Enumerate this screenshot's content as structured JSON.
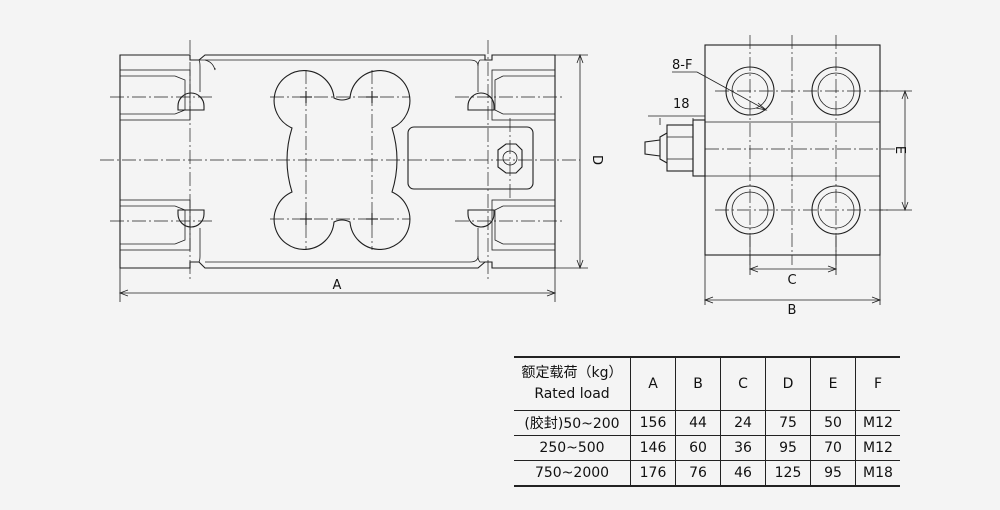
{
  "drawing": {
    "front_dims": {
      "width": "A",
      "height": "D"
    },
    "side_dims": {
      "thread": "8-F",
      "cable": "18",
      "hole_spacing": "C",
      "width": "B",
      "height": "E"
    }
  },
  "table": {
    "header_cn": "额定载荷（kg）",
    "header_en": "Rated load",
    "columns": [
      "A",
      "B",
      "C",
      "D",
      "E",
      "F"
    ],
    "rows": [
      {
        "load": "(胶封)50~200",
        "values": [
          "156",
          "44",
          "24",
          "75",
          "50",
          "M12"
        ]
      },
      {
        "load": "250~500",
        "values": [
          "146",
          "60",
          "36",
          "95",
          "70",
          "M12"
        ]
      },
      {
        "load": "750~2000",
        "values": [
          "176",
          "76",
          "46",
          "125",
          "95",
          "M18"
        ]
      }
    ]
  }
}
